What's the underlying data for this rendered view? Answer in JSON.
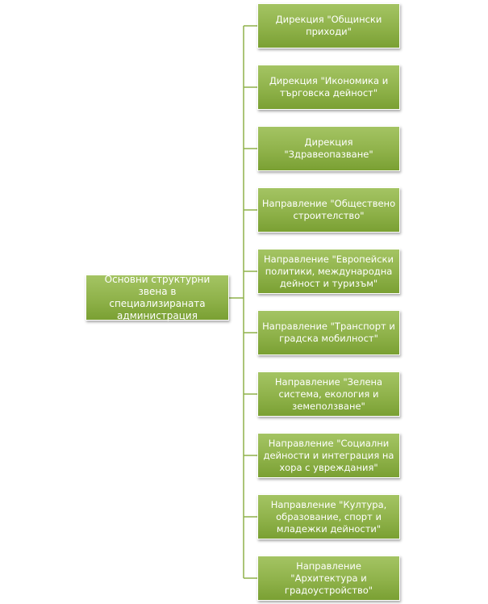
{
  "colors": {
    "box_fill": "#8fb24a",
    "connector": "#8fb24a",
    "text": "#ffffff"
  },
  "root": {
    "label": "Основни структурни звена в специализираната администрация"
  },
  "children": [
    {
      "label": "Дирекция \"Общински приходи\""
    },
    {
      "label": "Дирекция \"Икономика и търговска дейност\""
    },
    {
      "label": "Дирекция \"Здравеопазване\""
    },
    {
      "label": "Направление \"Обществено строителство\""
    },
    {
      "label": "Направление \"Европейски политики, международна дейност и туризъм\""
    },
    {
      "label": "Направление \"Транспорт и градска мобилност\""
    },
    {
      "label": "Направление \"Зелена система, екология и земеползване\""
    },
    {
      "label": "Направление \"Социални дейности и интеграция на хора с увреждания\""
    },
    {
      "label": "Направление \"Култура, образование, спорт и младежки дейности\""
    },
    {
      "label": "Направление \"Архитектура и градоустройство\""
    }
  ]
}
